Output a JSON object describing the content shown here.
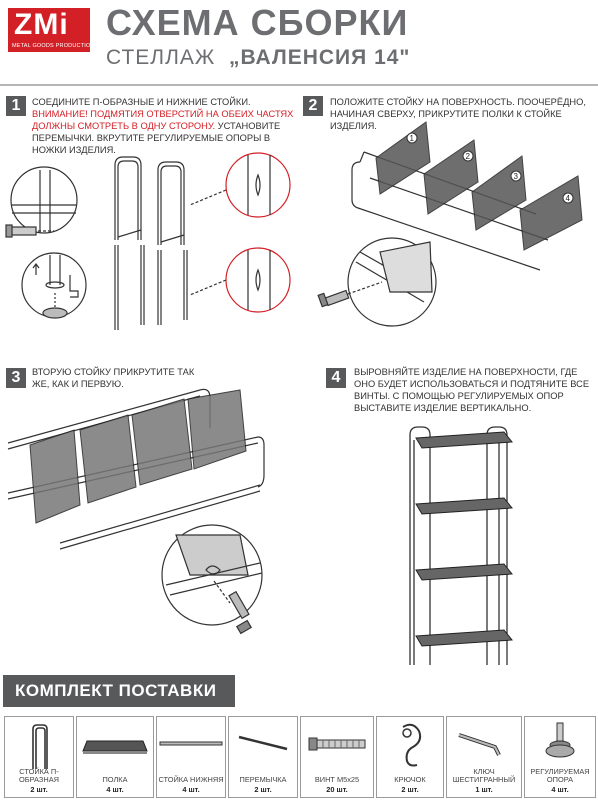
{
  "brand": {
    "logo": "ZMi",
    "logo_sub": "METAL GOODS PRODUCTION"
  },
  "header": {
    "title": "СХЕМА СБОРКИ",
    "subtitle_prefix": "СТЕЛЛАЖ",
    "subtitle_name": "„ВАЛЕНСИЯ 14\""
  },
  "steps": [
    {
      "number": "1",
      "text_a": "СОЕДИНИТЕ П-ОБРАЗНЫЕ И НИЖНИЕ СТОЙКИ.",
      "text_warning": "ВНИМАНИЕ! ПОДМЯТИЯ ОТВЕРСТИЙ НА ОБЕИХ ЧАСТЯХ ДОЛЖНЫ СМОТРЕТЬ В ОДНУ СТОРОНУ.",
      "text_b": "УСТАНОВИТЕ ПЕРЕМЫЧКИ. ВКРУТИТЕ РЕГУЛИРУЕМЫЕ ОПОРЫ В НОЖКИ ИЗДЕЛИЯ."
    },
    {
      "number": "2",
      "text": "ПОЛОЖИТЕ СТОЙКУ НА ПОВЕРХНОСТЬ. ПООЧЕРЁДНО, НАЧИНАЯ СВЕРХУ, ПРИКРУТИТЕ ПОЛКИ К СТОЙКЕ ИЗДЕЛИЯ.",
      "shelf_labels": [
        "1",
        "2",
        "3",
        "4"
      ]
    },
    {
      "number": "3",
      "text": "ВТОРУЮ СТОЙКУ ПРИКРУТИТЕ ТАК ЖЕ, КАК И ПЕРВУЮ."
    },
    {
      "number": "4",
      "text": "ВЫРОВНЯЙТЕ ИЗДЕЛИЕ НА ПОВЕРХНОСТИ, ГДЕ ОНО БУДЕТ ИСПОЛЬЗОВАТЬСЯ И ПОДТЯНИТЕ ВСЕ ВИНТЫ. С ПОМОЩЬЮ РЕГУЛИРУЕМЫХ ОПОР ВЫСТАВИТЕ ИЗДЕЛИЕ ВЕРТИКАЛЬНО."
    }
  ],
  "kit": {
    "title": "КОМПЛЕКТ ПОСТАВКИ",
    "items": [
      {
        "name": "СТОЙКА П-ОБРАЗНАЯ",
        "qty": "2 шт.",
        "icon": "u-post-icon"
      },
      {
        "name": "ПОЛКА",
        "qty": "4 шт.",
        "icon": "shelf-icon"
      },
      {
        "name": "СТОЙКА НИЖНЯЯ",
        "qty": "4 шт.",
        "icon": "lower-post-icon"
      },
      {
        "name": "ПЕРЕМЫЧКА",
        "qty": "2 шт.",
        "icon": "crossbar-icon"
      },
      {
        "name": "ВИНТ М5х25",
        "qty": "20 шт.",
        "icon": "screw-icon"
      },
      {
        "name": "КРЮЧОК",
        "qty": "2 шт.",
        "icon": "hook-icon"
      },
      {
        "name": "КЛЮЧ ШЕСТИГРАННЫЙ",
        "qty": "1 шт.",
        "icon": "hex-key-icon"
      },
      {
        "name": "РЕГУЛИРУЕМАЯ ОПОРА",
        "qty": "4 шт.",
        "icon": "adjustable-foot-icon"
      }
    ]
  },
  "colors": {
    "brand_red": "#d32027",
    "dark_gray": "#58595b",
    "title_gray": "#6d6e71"
  }
}
